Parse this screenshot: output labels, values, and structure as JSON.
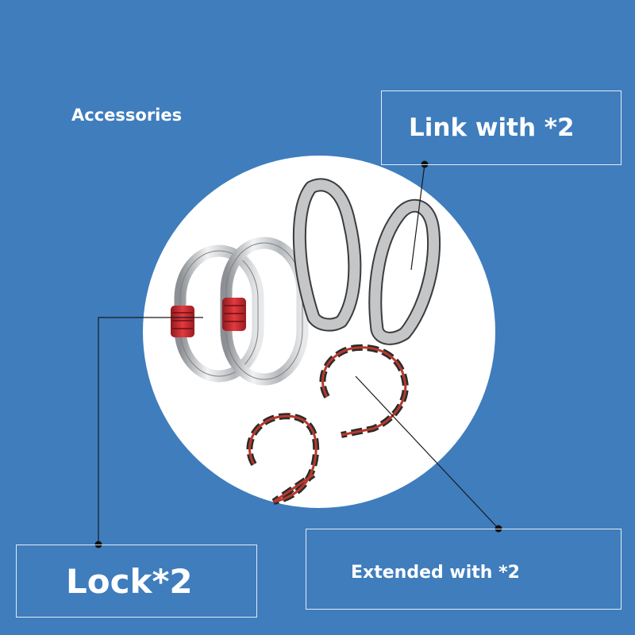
{
  "title": "Accessories",
  "callouts": {
    "link": "Link with *2",
    "lock": "Lock*2",
    "extended": "Extended with *2"
  },
  "colors": {
    "background": "#3f7dbd",
    "circle": "#ffffff",
    "lock_red": "#c2262c",
    "sling_grey": "#b9bbbd",
    "daisy_red": "#b8382c"
  },
  "icons": [
    "carabiner-icon",
    "sling-icon",
    "daisy-chain-icon"
  ]
}
